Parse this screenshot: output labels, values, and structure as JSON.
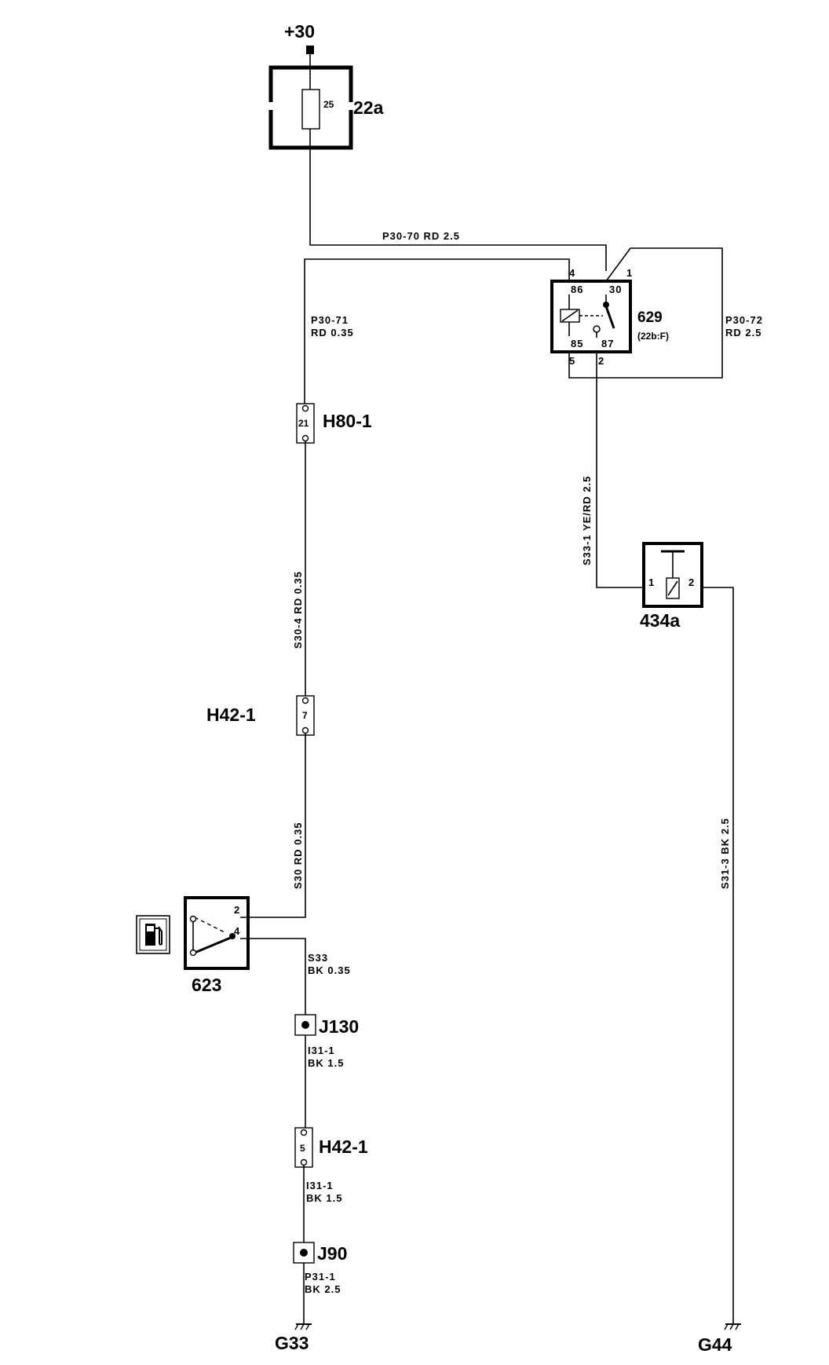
{
  "supply": "+30",
  "fuse": {
    "id": "22a",
    "rating": "25"
  },
  "relay": {
    "id": "629",
    "location": "(22b:F)",
    "pins": {
      "p86": "86",
      "p30": "30",
      "p85": "85",
      "p87": "87"
    },
    "connector_pins": {
      "c4": "4",
      "c1": "1",
      "c5": "5",
      "c2": "2"
    }
  },
  "wires": {
    "p30_70": "P30-70  RD 2.5",
    "p30_71_id": "P30-71",
    "p30_71_spec": "RD 0.35",
    "p30_72_id": "P30-72",
    "p30_72_spec": "RD 2.5",
    "s33_1": "S33-1  YE/RD 2.5",
    "s30_4": "S30-4  RD 0.35",
    "s30": "S30  RD 0.35",
    "s31_3": "S31-3  BK 2.5",
    "s33_id": "S33",
    "s33_spec": "BK 0.35",
    "i31_1a_id": "I31-1",
    "i31_1a_spec": "BK 1.5",
    "i31_1b_id": "I31-1",
    "i31_1b_spec": "BK 1.5",
    "p31_1_id": "P31-1",
    "p31_1_spec": "BK 2.5"
  },
  "connectors": {
    "h80": {
      "id": "H80-1",
      "pin": "21"
    },
    "h42_upper": {
      "id": "H42-1",
      "pin": "7"
    },
    "h42_lower": {
      "id": "H42-1",
      "pin": "5"
    }
  },
  "component_434a": {
    "id": "434a",
    "pin1": "1",
    "pin2": "2"
  },
  "switch_623": {
    "id": "623",
    "pin2": "2",
    "pin4": "4"
  },
  "junctions": {
    "j130": "J130",
    "j90": "J90"
  },
  "grounds": {
    "g33": "G33",
    "g44": "G44"
  },
  "icons": {
    "fuel": "fuel-pump-icon"
  }
}
